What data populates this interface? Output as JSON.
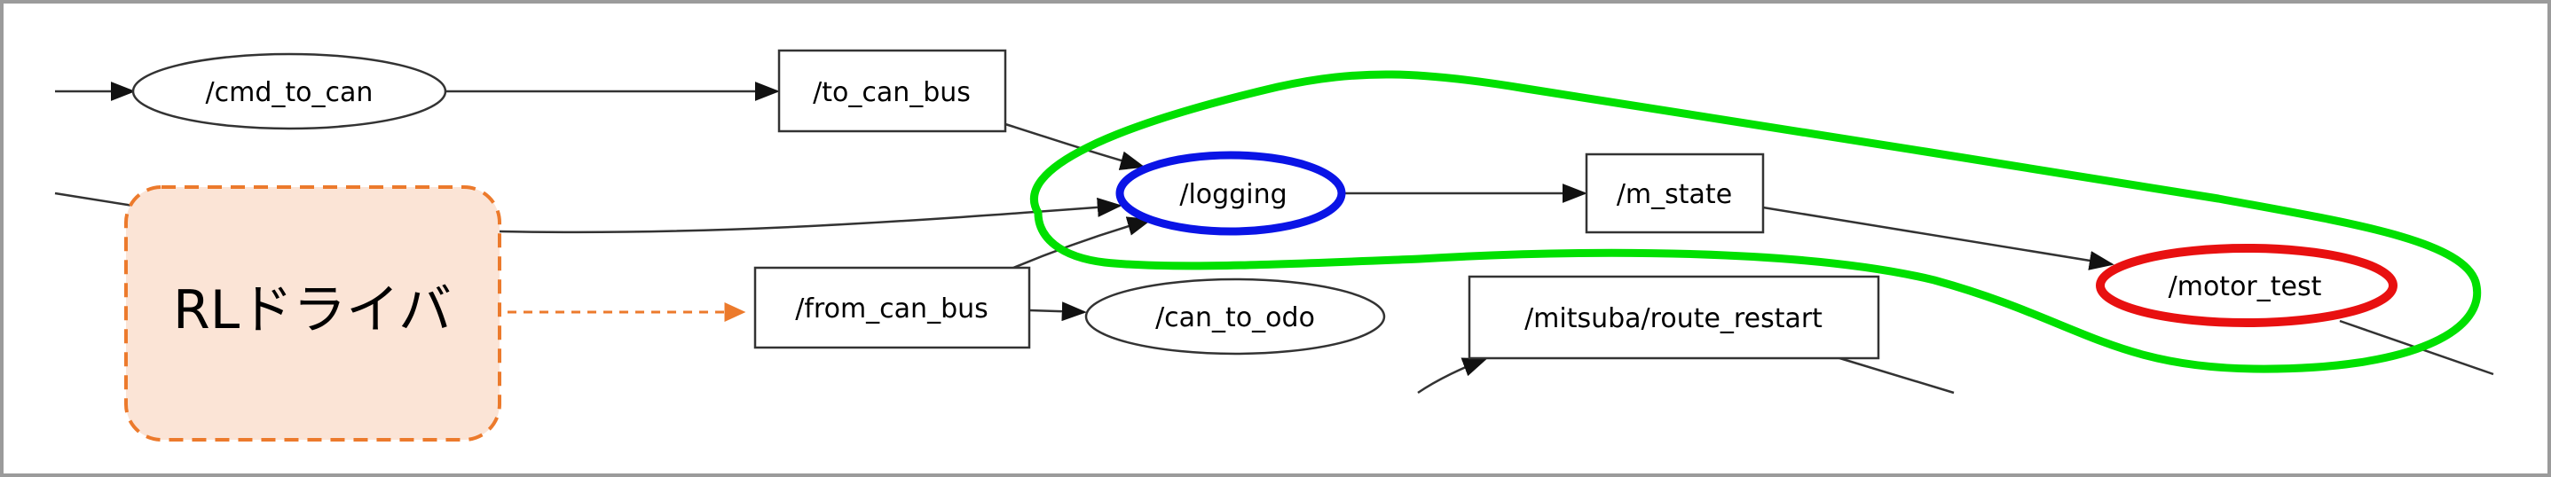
{
  "nodes": {
    "cmd_to_can": "/cmd_to_can",
    "to_can_bus": "/to_can_bus",
    "logging": "/logging",
    "m_state": "/m_state",
    "motor_test": "/motor_test",
    "from_can_bus": "/from_can_bus",
    "can_to_odo": "/can_to_odo",
    "mitsuba_route_restart": "/mitsuba/route_restart"
  },
  "callout": {
    "label": "RLドライバ"
  },
  "colors": {
    "frame": "#9b9b9b",
    "edge": "#333333",
    "highlight_green": "#00e000",
    "highlight_blue": "#0a14e6",
    "highlight_red": "#e81010",
    "callout_stroke": "#ec7a2c",
    "callout_fill": "#fbe4d6"
  }
}
